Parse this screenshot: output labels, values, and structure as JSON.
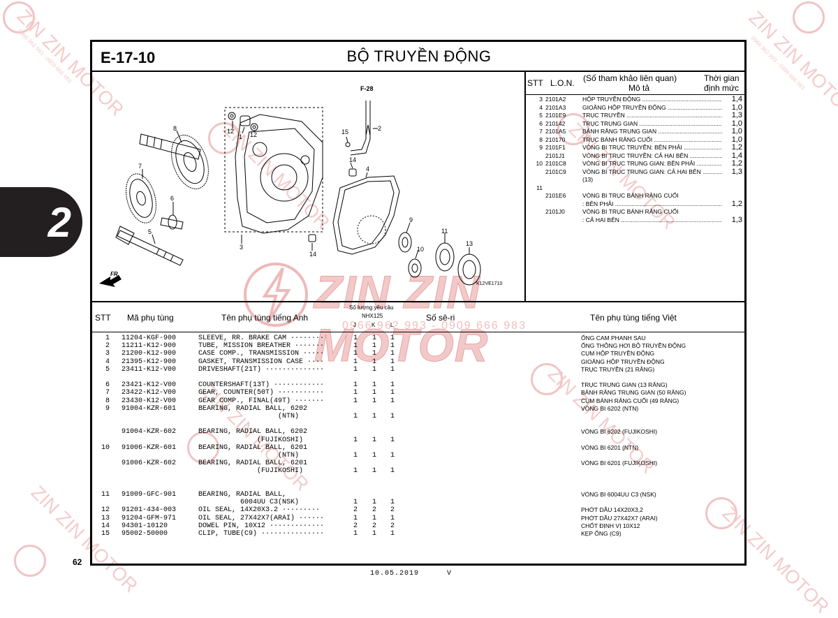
{
  "page": {
    "code": "E-17-10",
    "title": "BỘ TRUYỀN ĐỘNG",
    "chapter_tab": "2",
    "page_number": "62",
    "footer_date": "10.05.2019",
    "footer_mark": "V"
  },
  "watermark": {
    "brand": "ZIN ZIN MOTOR",
    "phone": "0966 962 993 - 0909 666 983",
    "phone_small": "0966 962 993 - 0909 666 983"
  },
  "diagram": {
    "ref_label": "F-28",
    "direction_label": "FR.",
    "image_code": "K12VE1710",
    "callouts": [
      "8",
      "7",
      "6",
      "5",
      "12",
      "1",
      "12",
      "3",
      "15",
      "2",
      "14",
      "4",
      "9",
      "14",
      "10",
      "11",
      "13"
    ]
  },
  "lon_table": {
    "header": {
      "stt": "STT",
      "lon": "L.O.N.",
      "ref_line1": "(Số tham khảo liên quan)",
      "ref_line2": "Mô tả",
      "time_line1": "Thời gian",
      "time_line2": "định mức"
    },
    "rows": [
      {
        "stt": "3",
        "code": "2101A2",
        "desc": "HỘP TRUYỀN ĐỘNG",
        "time": "1,4"
      },
      {
        "stt": "4",
        "code": "2101A3",
        "desc": "GIOĂNG HỘP TRUYỀN ĐỘNG",
        "time": "1,0"
      },
      {
        "stt": "5",
        "code": "2101E9",
        "desc": "TRỤC TRUYỀN",
        "time": "1,3"
      },
      {
        "stt": "6",
        "code": "210142",
        "desc": "TRỤC TRUNG GIAN",
        "time": "1,0"
      },
      {
        "stt": "7",
        "code": "2101A5",
        "desc": "BÁNH RĂNG TRUNG GIAN",
        "time": "1,0"
      },
      {
        "stt": "8",
        "code": "210170",
        "desc": "TRỤC BÁNH RĂNG CUỐI",
        "time": "1,0"
      },
      {
        "stt": "9",
        "code": "2101F1",
        "desc": "VÒNG BI TRỤC TRUYỀN: BÊN PHẢI",
        "time": "1,2"
      },
      {
        "stt": "",
        "code": "2101J1",
        "desc": "VÒNG BI TRỤC TRUYỀN: CẢ HAI BÊN",
        "time": "1,4"
      },
      {
        "stt": "10",
        "code": "2101C8",
        "desc": "VÒNG BI TRỤC TRUNG GIAN: BÊN PHẢI",
        "time": "1,2"
      },
      {
        "stt": "",
        "code": "2101C9",
        "desc": "VÒNG BI TRỤC TRUNG GIAN: CẢ HAI BÊN",
        "time": "1,3"
      },
      {
        "stt": "",
        "code": "",
        "desc": "(13)",
        "time": ""
      },
      {
        "stt": "11",
        "code": "",
        "desc": "",
        "time": ""
      },
      {
        "stt": "",
        "code": "2101E6",
        "desc": "VÒNG BI TRỤC BÁNH RĂNG CUỐI",
        "time": ""
      },
      {
        "stt": "",
        "code": "",
        "desc": ": BÊN PHẢI",
        "time": "1,2"
      },
      {
        "stt": "",
        "code": "2101J0",
        "desc": "VÒNG BI TRỤC BÁNH RĂNG CUỐI",
        "time": ""
      },
      {
        "stt": "",
        "code": "",
        "desc": ": CẢ HAI BÊN",
        "time": "1,3"
      }
    ]
  },
  "parts_table": {
    "header": {
      "stt": "STT",
      "code": "Mã phụ tùng",
      "name_en": "Tên phụ tùng tiếng Anh",
      "qty_title": "Số lượng yêu cầu",
      "model": "NHX125",
      "col_j": "J",
      "col_k": "K",
      "col_l": "L",
      "serial": "Số sê-ri",
      "name_vi": "Tên phụ tùng tiếng Việt"
    },
    "rows": [
      {
        "stt": "1",
        "code": "11204-KGF-900",
        "en": "SLEEVE, RR. BRAKE CAM ········",
        "j": "1",
        "k": "1",
        "l": "1",
        "vi": "ỐNG CAM PHANH SAU"
      },
      {
        "stt": "2",
        "code": "11211-K12-900",
        "en": "TUBE, MISSION BREATHER ·······",
        "j": "1",
        "k": "1",
        "l": "1",
        "vi": "ỐNG THÔNG HƠI BỘ TRUYỀN ĐỘNG"
      },
      {
        "stt": "3",
        "code": "21200-K12-900",
        "en": "CASE COMP., TRANSMISSION ·····",
        "j": "1",
        "k": "1",
        "l": "1",
        "vi": "CỤM HỘP TRUYỀN ĐỘNG"
      },
      {
        "stt": "4",
        "code": "21395-K12-900",
        "en": "GASKET, TRANSMISSION CASE ····",
        "j": "1",
        "k": "1",
        "l": "1",
        "vi": "GIOĂNG HỘP TRUYỀN ĐỘNG"
      },
      {
        "stt": "5",
        "code": "23411-K12-V00",
        "en": "DRIVESHAFT(21T) ··············",
        "j": "1",
        "k": "1",
        "l": "1",
        "vi": "TRỤC TRUYỀN (21 RĂNG)"
      },
      {
        "stt": "",
        "code": "",
        "en": "",
        "j": "",
        "k": "",
        "l": "",
        "vi": ""
      },
      {
        "stt": "6",
        "code": "23421-K12-V00",
        "en": "COUNTERSHAFT(13T) ············",
        "j": "1",
        "k": "1",
        "l": "1",
        "vi": "TRỤC TRUNG GIAN (13 RĂNG)"
      },
      {
        "stt": "7",
        "code": "23422-K12-V00",
        "en": "GEAR, COUNTER(50T) ···········",
        "j": "1",
        "k": "1",
        "l": "1",
        "vi": "BÁNH RĂNG TRUNG GIAN (50 RĂNG)"
      },
      {
        "stt": "8",
        "code": "23430-K12-V00",
        "en": "GEAR COMP., FINAL(49T) ·······",
        "j": "1",
        "k": "1",
        "l": "1",
        "vi": "CỤM BÁNH RĂNG CUỐI (49 RĂNG)"
      },
      {
        "stt": "9",
        "code": "91004-KZR-601",
        "en": "BEARING, RADIAL BALL, 6202",
        "j": "",
        "k": "",
        "l": "",
        "vi": "VÒNG BI 6202 (NTN)"
      },
      {
        "stt": "",
        "code": "",
        "en": "                   (NTN)",
        "j": "1",
        "k": "1",
        "l": "1",
        "vi": ""
      },
      {
        "stt": "",
        "code": "",
        "en": "",
        "j": "",
        "k": "",
        "l": "",
        "vi": ""
      },
      {
        "stt": "",
        "code": "91004-KZR-602",
        "en": "BEARING, RADIAL BALL, 6202",
        "j": "",
        "k": "",
        "l": "",
        "vi": "VÒNG BI 6202 (FUJIKOSHI)"
      },
      {
        "stt": "",
        "code": "",
        "en": "              (FUJIKOSHI)",
        "j": "1",
        "k": "1",
        "l": "1",
        "vi": ""
      },
      {
        "stt": "10",
        "code": "91006-KZR-601",
        "en": "BEARING, RADIAL BALL, 6201",
        "j": "",
        "k": "",
        "l": "",
        "vi": "VÒNG BI 6201 (NTN)"
      },
      {
        "stt": "",
        "code": "",
        "en": "                   (NTN)",
        "j": "1",
        "k": "1",
        "l": "1",
        "vi": ""
      },
      {
        "stt": "",
        "code": "91006-KZR-602",
        "en": "BEARING, RADIAL BALL, 6201",
        "j": "",
        "k": "",
        "l": "",
        "vi": "VÒNG BI 6201 (FUJIKOSHI)"
      },
      {
        "stt": "",
        "code": "",
        "en": "              (FUJIKOSHI)",
        "j": "1",
        "k": "1",
        "l": "1",
        "vi": ""
      },
      {
        "stt": "",
        "code": "",
        "en": "",
        "j": "",
        "k": "",
        "l": "",
        "vi": ""
      },
      {
        "stt": "",
        "code": "",
        "en": "",
        "j": "",
        "k": "",
        "l": "",
        "vi": ""
      },
      {
        "stt": "11",
        "code": "91009-GFC-901",
        "en": "BEARING, RADIAL BALL,",
        "j": "",
        "k": "",
        "l": "",
        "vi": "VÒNG BI 6004UU C3 (NSK)"
      },
      {
        "stt": "",
        "code": "",
        "en": "          6004UU C3(NSK)",
        "j": "1",
        "k": "1",
        "l": "1",
        "vi": ""
      },
      {
        "stt": "12",
        "code": "91201-434-003",
        "en": "OIL SEAL, 14X20X3.2 ·········",
        "j": "2",
        "k": "2",
        "l": "2",
        "vi": "PHỚT DẦU 14X20X3,2"
      },
      {
        "stt": "13",
        "code": "91204-GFM-971",
        "en": "OIL SEAL, 27X42X7(ARAI) ······",
        "j": "1",
        "k": "1",
        "l": "1",
        "vi": "PHỚT DẦU 27X42X7 (ARAI)"
      },
      {
        "stt": "14",
        "code": "94301-10120",
        "en": "DOWEL PIN, 10X12 ·············",
        "j": "2",
        "k": "2",
        "l": "2",
        "vi": "CHỐT ĐỊNH VỊ 10X12"
      },
      {
        "stt": "15",
        "code": "95002-50000",
        "en": "CLIP, TUBE(C9) ···············",
        "j": "1",
        "k": "1",
        "l": "1",
        "vi": "KẸP ỐNG (C9)"
      }
    ]
  }
}
